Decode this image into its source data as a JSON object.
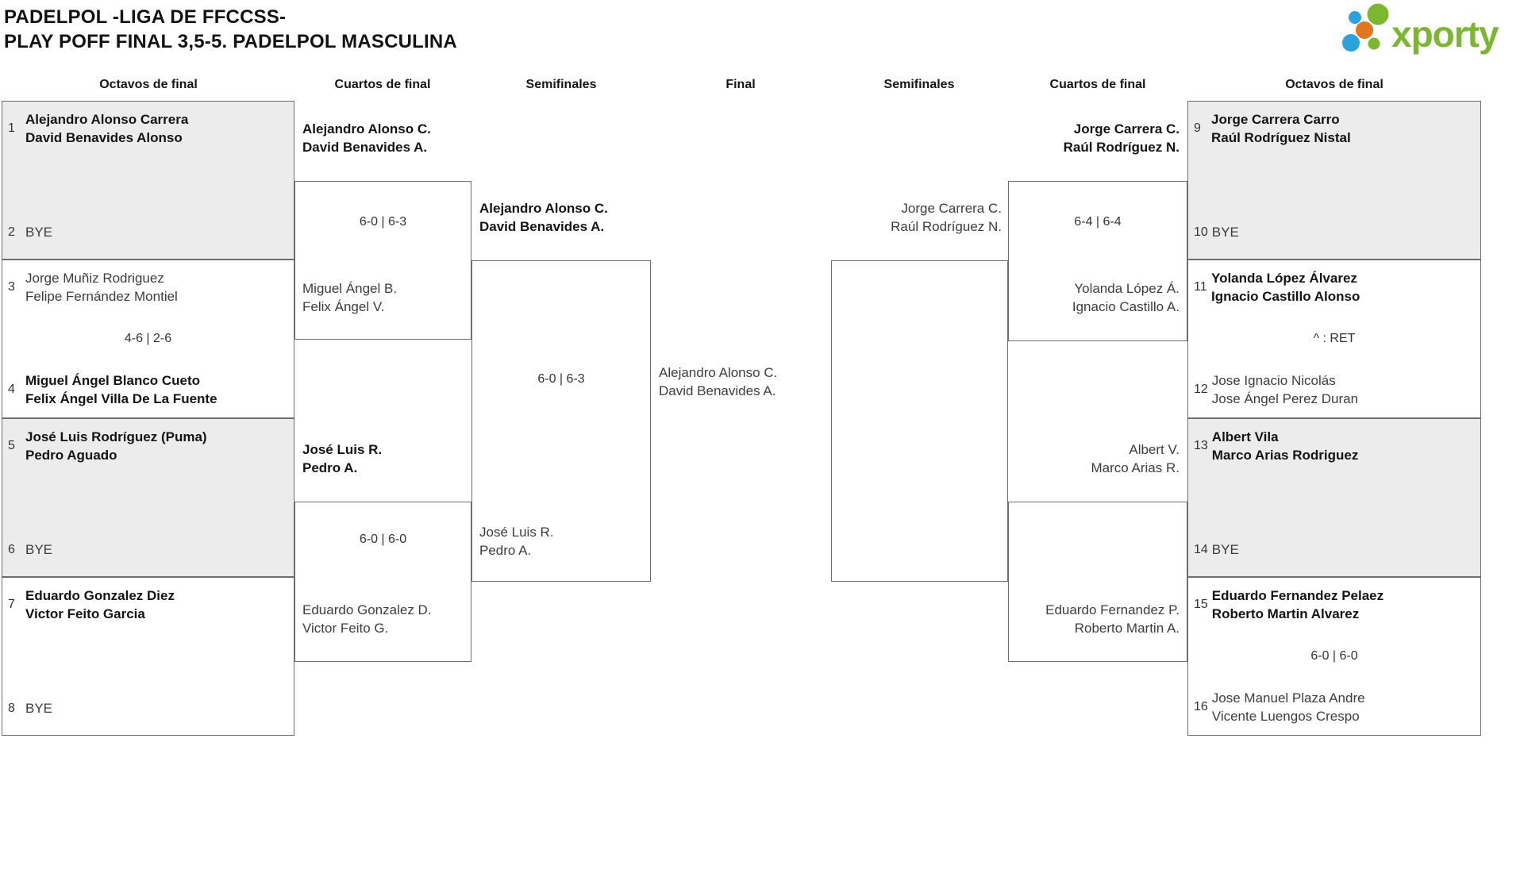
{
  "title": {
    "line1": "PADELPOL -LIGA DE FFCCSS-",
    "line2": "PLAY POFF FINAL 3,5-5. PADELPOL MASCULINA"
  },
  "logo": {
    "text": "xporty",
    "green": "#7cb82f",
    "blue": "#29a3dc",
    "orange": "#e2761b"
  },
  "round_headers": [
    "Octavos de final",
    "Cuartos de final",
    "Semifinales",
    "Final",
    "Semifinales",
    "Cuartos de final",
    "Octavos de final"
  ],
  "r16": [
    {
      "seed_top": "1",
      "top1": "Alejandro Alonso Carrera",
      "top2": "David Benavides Alonso",
      "score": "",
      "seed_bot": "2",
      "bot1": "BYE",
      "bot2": ""
    },
    {
      "seed_top": "3",
      "top1": "Jorge Muñiz Rodriguez",
      "top2": "Felipe Fernández Montiel",
      "score": "4-6 | 2-6",
      "seed_bot": "4",
      "bot1": "Miguel Ángel Blanco Cueto",
      "bot2": "Felix Ángel Villa De La Fuente"
    },
    {
      "seed_top": "5",
      "top1": "José Luis Rodríguez (Puma)",
      "top2": "Pedro Aguado",
      "score": "",
      "seed_bot": "6",
      "bot1": "BYE",
      "bot2": ""
    },
    {
      "seed_top": "7",
      "top1": "Eduardo Gonzalez Diez",
      "top2": "Victor Feito Garcia",
      "score": "",
      "seed_bot": "8",
      "bot1": "BYE",
      "bot2": ""
    },
    {
      "seed_top": "9",
      "top1": "Jorge Carrera Carro",
      "top2": "Raúl Rodríguez Nistal",
      "score": "",
      "seed_bot": "10",
      "bot1": "BYE",
      "bot2": ""
    },
    {
      "seed_top": "11",
      "top1": "Yolanda López Álvarez",
      "top2": "Ignacio Castillo Alonso",
      "score": "^ : RET",
      "seed_bot": "12",
      "bot1": "Jose Ignacio Nicolás",
      "bot2": "Jose Ángel Perez Duran"
    },
    {
      "seed_top": "13",
      "top1": "Albert Vila",
      "top2": "Marco Arias Rodriguez",
      "score": "",
      "seed_bot": "14",
      "bot1": "BYE",
      "bot2": ""
    },
    {
      "seed_top": "15",
      "top1": "Eduardo Fernandez Pelaez",
      "top2": "Roberto Martin Alvarez",
      "score": "6-0 | 6-0",
      "seed_bot": "16",
      "bot1": "Jose Manuel Plaza Andre",
      "bot2": "Vicente Luengos Crespo"
    }
  ],
  "qf": {
    "l1": {
      "top1": "Alejandro Alonso C.",
      "top2": "David Benavides A.",
      "score": "6-0 | 6-3",
      "bot1": "Miguel Ángel B.",
      "bot2": "Felix Ángel V."
    },
    "l2": {
      "top1": "José Luis R.",
      "top2": "Pedro A.",
      "score": "6-0 | 6-0",
      "bot1": "Eduardo Gonzalez D.",
      "bot2": "Victor Feito G."
    },
    "r1": {
      "top1": "Jorge Carrera C.",
      "top2": "Raúl Rodríguez N.",
      "score": "6-4 | 6-4",
      "bot1": "Yolanda López Á.",
      "bot2": "Ignacio Castillo A."
    },
    "r2": {
      "top1": "Albert V.",
      "top2": "Marco Arias R.",
      "score": "",
      "bot1": "Eduardo Fernandez P.",
      "bot2": "Roberto Martin A."
    }
  },
  "sf": {
    "l": {
      "top1": "Alejandro Alonso C.",
      "top2": "David Benavides A.",
      "score": "6-0 | 6-3",
      "bot1": "José Luis R.",
      "bot2": "Pedro A."
    },
    "r": {
      "top1": "Jorge Carrera C.",
      "top2": "Raúl Rodríguez N.",
      "score": "",
      "bot1": "",
      "bot2": ""
    }
  },
  "final": {
    "winner1": "Alejandro Alonso C.",
    "winner2": "David Benavides A."
  }
}
